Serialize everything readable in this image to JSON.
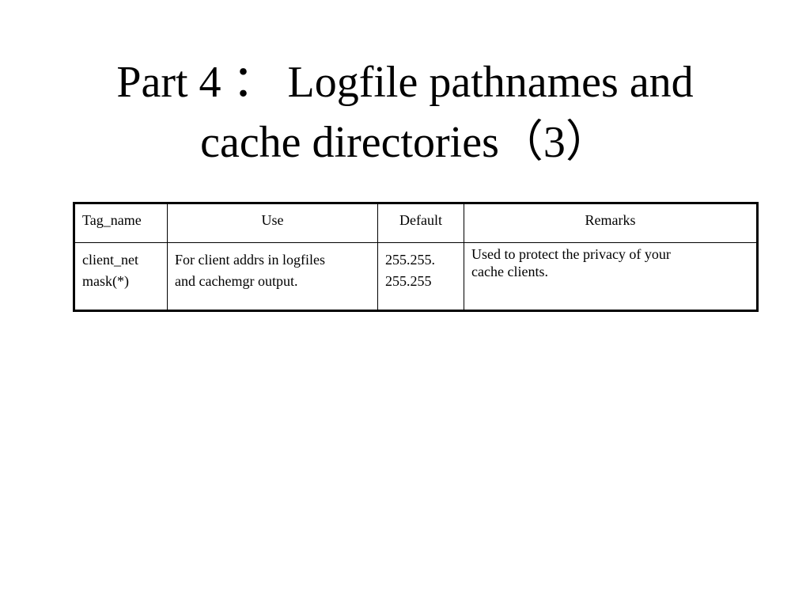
{
  "slide": {
    "title_line1": "Part 4 ： Logfile pathnames and",
    "title_line2": "cache directories（3）"
  },
  "table": {
    "columns": [
      "Tag_name",
      "Use",
      "Default",
      "Remarks"
    ],
    "rows": [
      {
        "tag_name_line1": "client_net",
        "tag_name_line2": "mask(*)",
        "use_line1": "For client addrs in logfiles",
        "use_line2": "and cachemgr output.",
        "default_line1": "255.255.",
        "default_line2": "255.255",
        "remarks_line1": "Used to protect the privacy of your",
        "remarks_line2": "cache clients."
      }
    ]
  }
}
